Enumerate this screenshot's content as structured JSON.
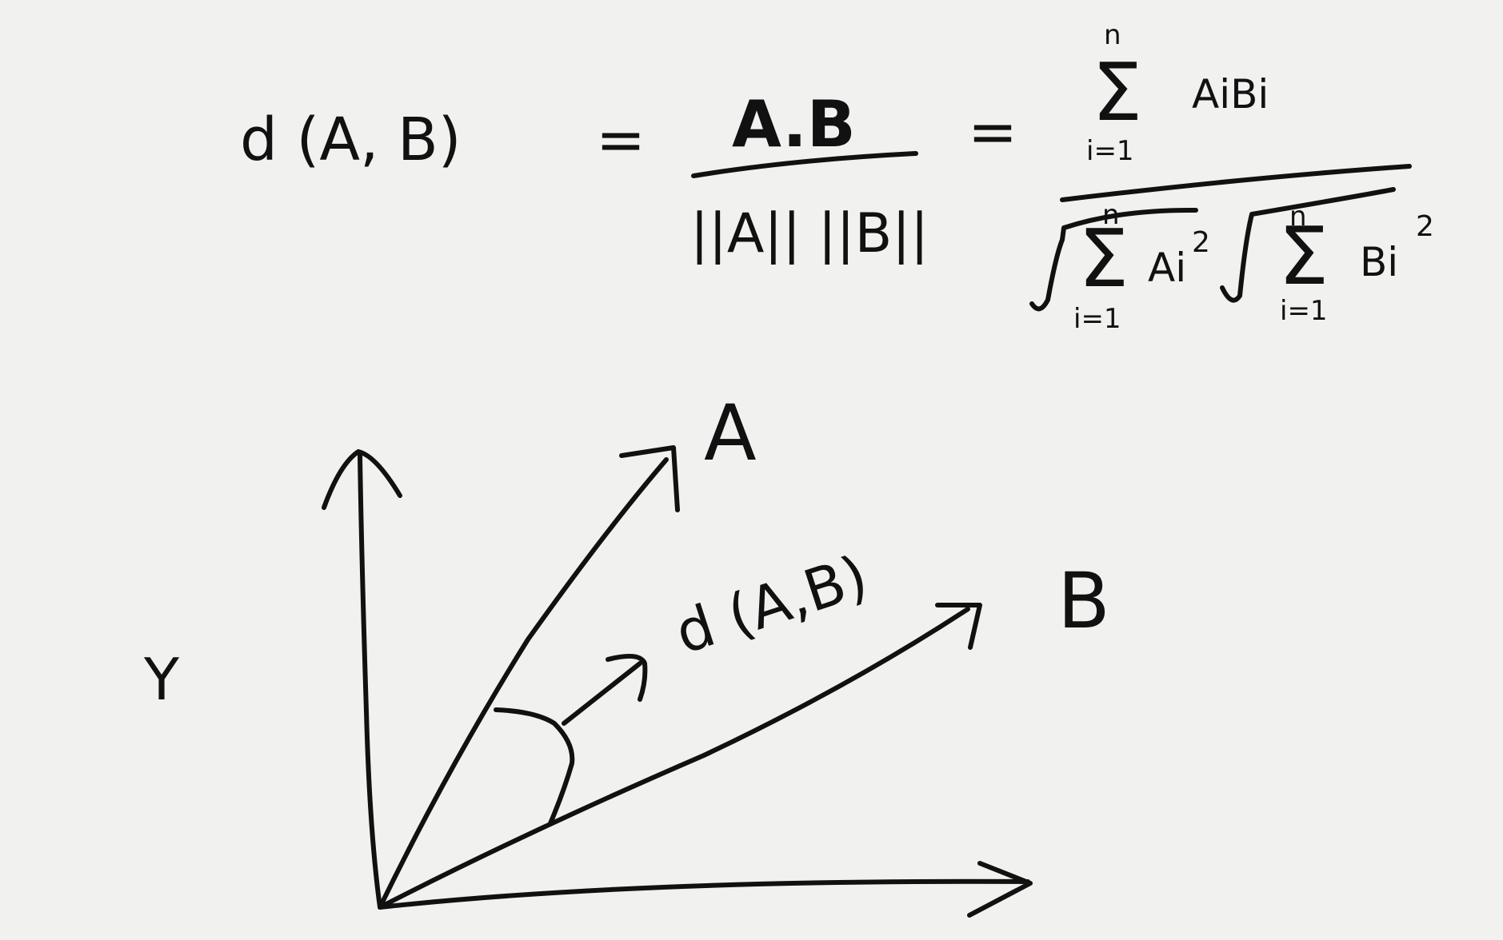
{
  "formula": {
    "lhs": "d (A, B)",
    "equals": "=",
    "fraction1": {
      "numerator": "A.B",
      "denominator": "||A|| ||B||"
    },
    "equals2": "=",
    "fraction2": {
      "numerator": {
        "sum_symbol": "Σ",
        "upper_limit": "n",
        "lower_limit": "i=1",
        "term": "AiBi"
      },
      "denominator": {
        "left": {
          "sum_symbol": "Σ",
          "upper_limit": "n",
          "lower_limit": "i=1",
          "term": "Ai",
          "power": "2"
        },
        "right": {
          "sum_symbol": "Σ",
          "upper_limit": "n",
          "lower_limit": "i=1",
          "term": "Bi",
          "power": "2"
        }
      }
    }
  },
  "diagram": {
    "y_axis_label": "Y",
    "vector_a_label": "A",
    "vector_b_label": "B",
    "angle_label": "d (A,B)"
  },
  "style": {
    "ink_color": "#111111",
    "paper_color": "#f1f1ef"
  }
}
